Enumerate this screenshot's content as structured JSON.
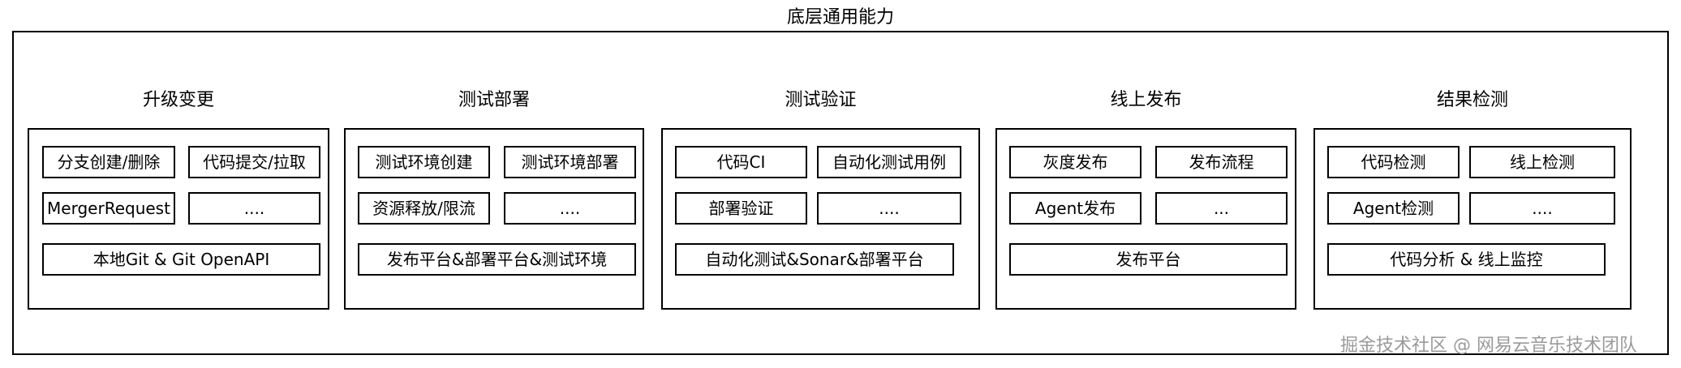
{
  "diagram": {
    "title": "底层通用能力",
    "columns": [
      {
        "title": "升级变更",
        "rows": [
          [
            "分支创建/删除",
            "代码提交/拉取"
          ],
          [
            "MergerRequest",
            "...."
          ]
        ],
        "wide": "本地Git & Git OpenAPI"
      },
      {
        "title": "测试部署",
        "rows": [
          [
            "测试环境创建",
            "测试环境部署"
          ],
          [
            "资源释放/限流",
            "...."
          ]
        ],
        "wide": "发布平台&部署平台&测试环境"
      },
      {
        "title": "测试验证",
        "rows": [
          [
            "代码CI",
            "自动化测试用例"
          ],
          [
            "部署验证",
            "...."
          ]
        ],
        "wide": "自动化测试&Sonar&部署平台"
      },
      {
        "title": "线上发布",
        "rows": [
          [
            "灰度发布",
            "发布流程"
          ],
          [
            "Agent发布",
            "..."
          ]
        ],
        "wide": "发布平台"
      },
      {
        "title": "结果检测",
        "rows": [
          [
            "代码检测",
            "线上检测"
          ],
          [
            "Agent检测",
            "...."
          ]
        ],
        "wide": "代码分析 & 线上监控"
      }
    ]
  },
  "watermark": "掘金技术社区 @ 网易云音乐技术团队"
}
